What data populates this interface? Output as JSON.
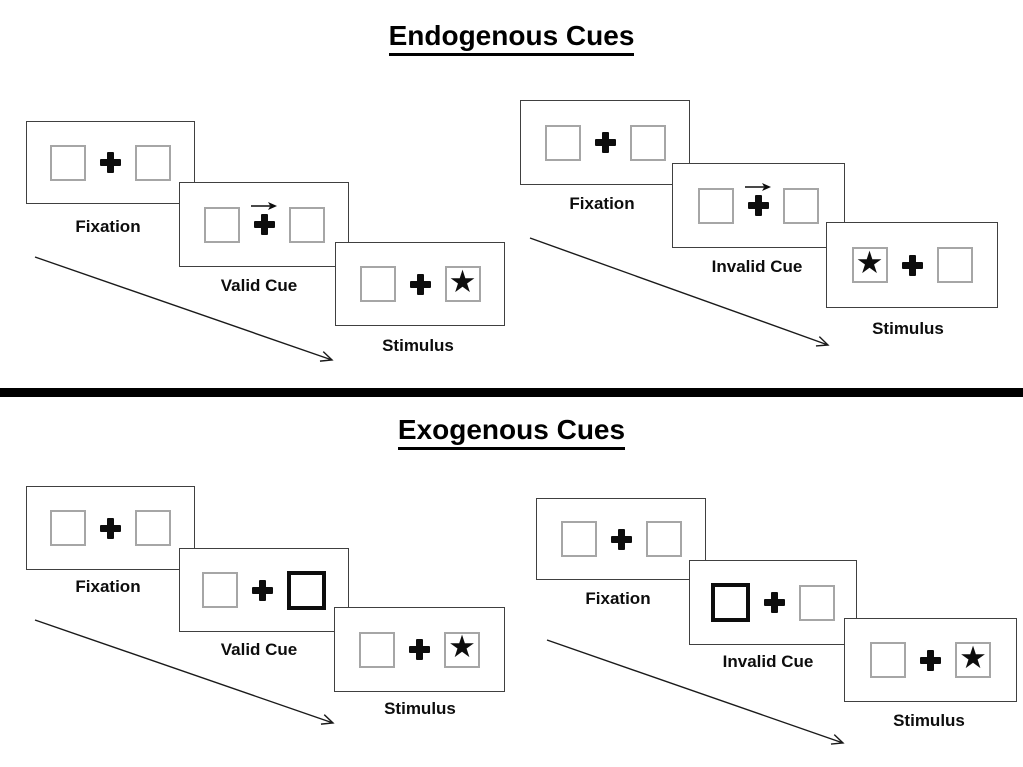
{
  "figure": {
    "kind": "attention-cueing-paradigm-diagram"
  },
  "sections": [
    {
      "title": "Endogenous Cues",
      "groups": [
        {
          "name": "endogenous-valid",
          "panels": [
            {
              "label": "Fixation"
            },
            {
              "label": "Valid Cue"
            },
            {
              "label": "Stimulus"
            }
          ]
        },
        {
          "name": "endogenous-invalid",
          "panels": [
            {
              "label": "Fixation"
            },
            {
              "label": "Invalid Cue"
            },
            {
              "label": "Stimulus"
            }
          ]
        }
      ]
    },
    {
      "title": "Exogenous Cues",
      "groups": [
        {
          "name": "exogenous-valid",
          "panels": [
            {
              "label": "Fixation"
            },
            {
              "label": "Valid Cue"
            },
            {
              "label": "Stimulus"
            }
          ]
        },
        {
          "name": "exogenous-invalid",
          "panels": [
            {
              "label": "Fixation"
            },
            {
              "label": "Invalid Cue"
            },
            {
              "label": "Stimulus"
            }
          ]
        }
      ]
    }
  ],
  "symbols": {
    "star": "★"
  },
  "colors": {
    "ink": "#000000",
    "panel_border": "#404040",
    "square_border": "#a6a6a6",
    "background": "#ffffff"
  }
}
